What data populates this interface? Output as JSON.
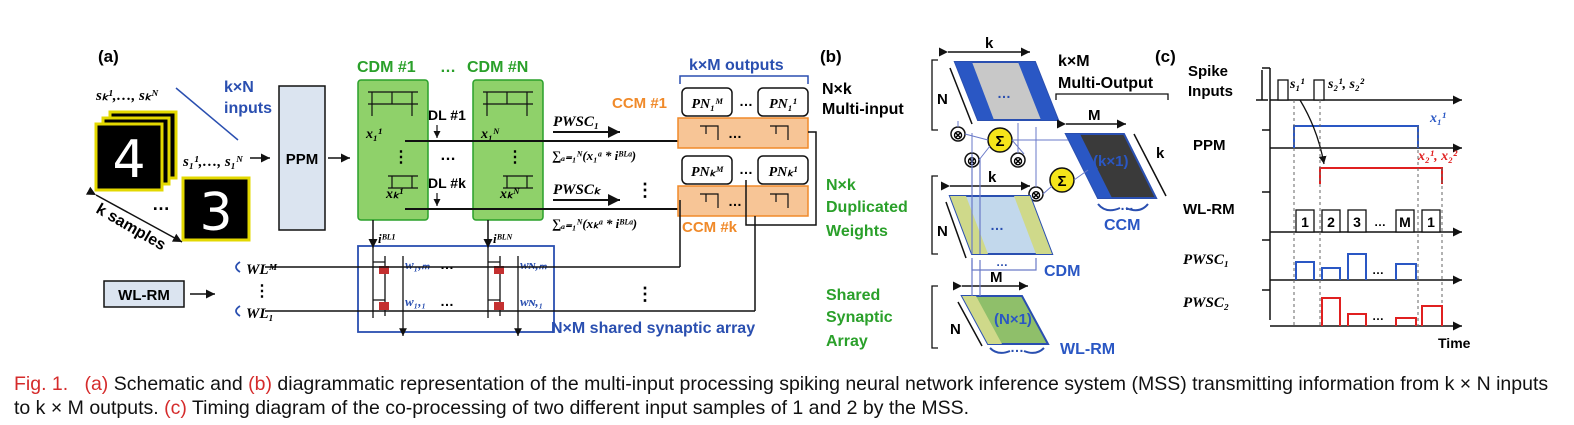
{
  "panel_a": {
    "label": "(a)",
    "spikes_top": "sₖ¹,…, sₖᴺ",
    "inputs_line1": "k×N",
    "inputs_line2": "inputs",
    "spikes_mid": "s₁¹,…, s₁ᴺ",
    "digit_top": "4",
    "digit_bottom": "3",
    "dots": "…",
    "k_samples": "k samples",
    "ppm": "PPM",
    "cdm1": "CDM #1",
    "cdm_dots": "…",
    "cdmN": "CDM #N",
    "kxM_outputs": "k×M outputs",
    "ccm1": "CCM #1",
    "ccmk": "CCM #k",
    "dl1": "DL #1",
    "dlk": "DL #k",
    "x11": "x₁¹",
    "x1N": "x₁ᴺ",
    "xk1": "xₖ¹",
    "xkN": "xₖᴺ",
    "pwsc1": "PWSC₁",
    "pwsck": "PWSCₖ",
    "sum1": "∑ₐ₌₁ᴺ(x₁ᵃ * iᴮᴸᵃ)",
    "sumk": "∑ₐ₌₁ᴺ(xₖᵃ * iᴮᴸᵃ)",
    "pn1M": "PN₁ᴹ",
    "pn11": "PN₁¹",
    "pnkM": "PNₖᴹ",
    "pnk1": "PNₖ¹",
    "ibl1": "iᴮᴸ¹",
    "iblN": "iᴮᴸᴺ",
    "wl_rm": "WL-RM",
    "wlM": "WLᴹ",
    "wl1": "WL₁",
    "w1M": "w₁,ₘ",
    "wNM": "wɴ,ₘ",
    "w11": "w₁,₁",
    "wN1": "wɴ,₁",
    "shared_array": "N×M shared synaptic array"
  },
  "panel_b": {
    "label": "(b)",
    "k": "k",
    "N": "N",
    "nxk_multi_1": "N×k",
    "nxk_multi_2": "Multi-input",
    "kxM_multi_1": "k×M",
    "kxM_multi_2": "Multi-Output",
    "M": "M",
    "kx1": "(k×1)",
    "sigma": "Σ",
    "otimes": "⊗",
    "dup_1": "N×k",
    "dup_2": "Duplicated",
    "dup_3": "Weights",
    "ccm": "CCM",
    "cdm": "CDM",
    "shared_1": "Shared",
    "shared_2": "Synaptic",
    "shared_3": "Array",
    "nx1": "(N×1)",
    "wl_rm": "WL-RM"
  },
  "panel_c": {
    "label": "(c)",
    "spike_1": "Spike",
    "spike_2": "Inputs",
    "s1": "s₁¹",
    "s2": "s₂¹, s₂²",
    "ppm": "PPM",
    "x11": "x₁¹",
    "x21": "x₂¹, x₂²",
    "wl_rm": "WL-RM",
    "boxes": [
      "1",
      "2",
      "3",
      "…",
      "M",
      "1"
    ],
    "pwsc1": "PWSC₁",
    "pwsc2": "PWSC₂",
    "time": "Time",
    "colors": {
      "blue": "#2a57c4",
      "red": "#e02020"
    }
  },
  "caption": {
    "fig": "Fig. 1.",
    "a": "(a)",
    "t1": " Schematic and ",
    "b": "(b)",
    "t2": " diagrammatic representation of the multi-input processing spiking neural network inference system (MSS) transmitting information from k × N inputs to k × M outputs. ",
    "c": "(c)",
    "t3": " Timing diagram of the co-processing of two different input samples of 1 and 2 by the MSS."
  },
  "colors": {
    "green_text": "#2aa02a",
    "green_fill": "#8fd16a",
    "orange": "#f08a2a",
    "orange_fill": "#f7c596",
    "blue": "#2a4fb0",
    "ppm_fill": "#dbe4f0",
    "yellow": "#f5e51a"
  }
}
